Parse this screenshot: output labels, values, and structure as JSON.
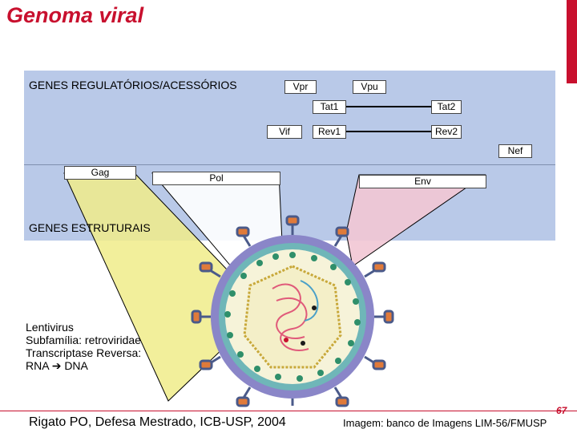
{
  "title": "Genoma viral",
  "labels": {
    "regulatory": "GENES REGULATÓRIOS/ACESSÓRIOS",
    "structural": "GENES ESTRUTURAIS"
  },
  "genes": {
    "vpr": "Vpr",
    "vpu": "Vpu",
    "tat1": "Tat1",
    "tat2": "Tat2",
    "vif": "Vif",
    "rev1": "Rev1",
    "rev2": "Rev2",
    "nef": "Nef",
    "gag": "Gag",
    "pol": "Pol",
    "env": "Env"
  },
  "note": {
    "line1": "Lentivirus",
    "line2": "Subfamília: retroviridae",
    "line3": "Transcriptase Reversa:",
    "line4_a": "RNA",
    "arrow": "➔",
    "line4_b": "DNA"
  },
  "credits": {
    "left": "Rigato PO, Defesa Mestrado, ICB-USP, 2004",
    "right": "Imagem: banco de Imagens LIM-56/FMUSP"
  },
  "slide_number": "67",
  "colors": {
    "title": "#c8102e",
    "panel": "#b9c9e8",
    "gag_projection": "#f0ec8a",
    "env_projection": "#f2c6d4",
    "virus_envelope": "#8a86c8",
    "spike": "#e07a3a"
  }
}
